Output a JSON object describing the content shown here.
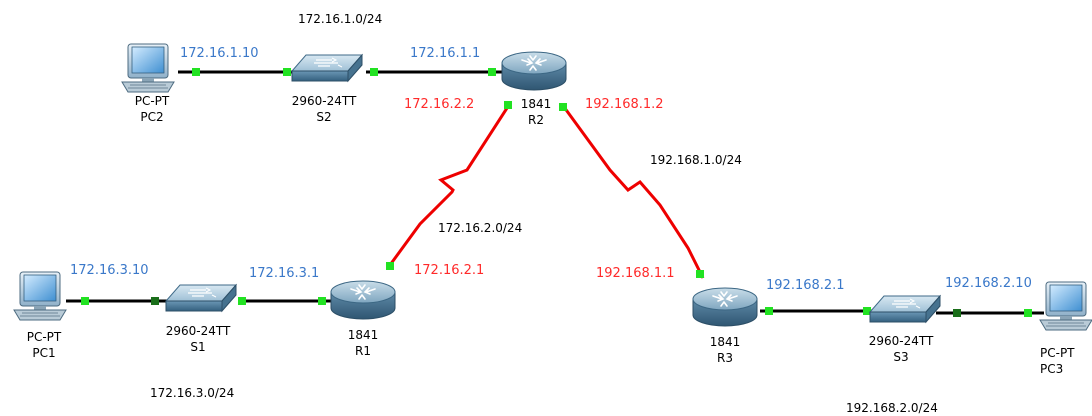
{
  "colors": {
    "ethernet": "#000000",
    "serial": "#ee0000",
    "port_up": "#22e222",
    "port_dark": "#1a6e1a",
    "ip_blue": "#3a78c9",
    "ip_red": "#ff2a2a"
  },
  "networks": {
    "net_172_16_1": "172.16.1.0/24",
    "net_192_168_1": "192.168.1.0/24",
    "net_172_16_2": "172.16.2.0/24",
    "net_172_16_3": "172.16.3.0/24",
    "net_192_168_2": "192.168.2.0/24"
  },
  "devices": {
    "pc2": {
      "model": "PC-PT",
      "name": "PC2",
      "icon": "pc-icon"
    },
    "s2": {
      "model": "2960-24TT",
      "name": "S2",
      "icon": "switch-icon"
    },
    "r2": {
      "model": "1841",
      "name": "R2",
      "icon": "router-icon"
    },
    "pc1": {
      "model": "PC-PT",
      "name": "PC1",
      "icon": "pc-icon"
    },
    "s1": {
      "model": "2960-24TT",
      "name": "S1",
      "icon": "switch-icon"
    },
    "r1": {
      "model": "1841",
      "name": "R1",
      "icon": "router-icon"
    },
    "r3": {
      "model": "1841",
      "name": "R3",
      "icon": "router-icon"
    },
    "s3": {
      "model": "2960-24TT",
      "name": "S3",
      "icon": "switch-icon"
    },
    "pc3": {
      "model": "PC-PT",
      "name": "PC3",
      "icon": "pc-icon"
    }
  },
  "addresses": {
    "pc2": "172.16.1.10",
    "r2_lan": "172.16.1.1",
    "r2_s_r1": "172.16.2.2",
    "r2_s_r3": "192.168.1.2",
    "pc1": "172.16.3.10",
    "r1_lan": "172.16.3.1",
    "r1_s": "172.16.2.1",
    "r3_s": "192.168.1.1",
    "r3_lan": "192.168.2.1",
    "pc3": "192.168.2.10"
  }
}
